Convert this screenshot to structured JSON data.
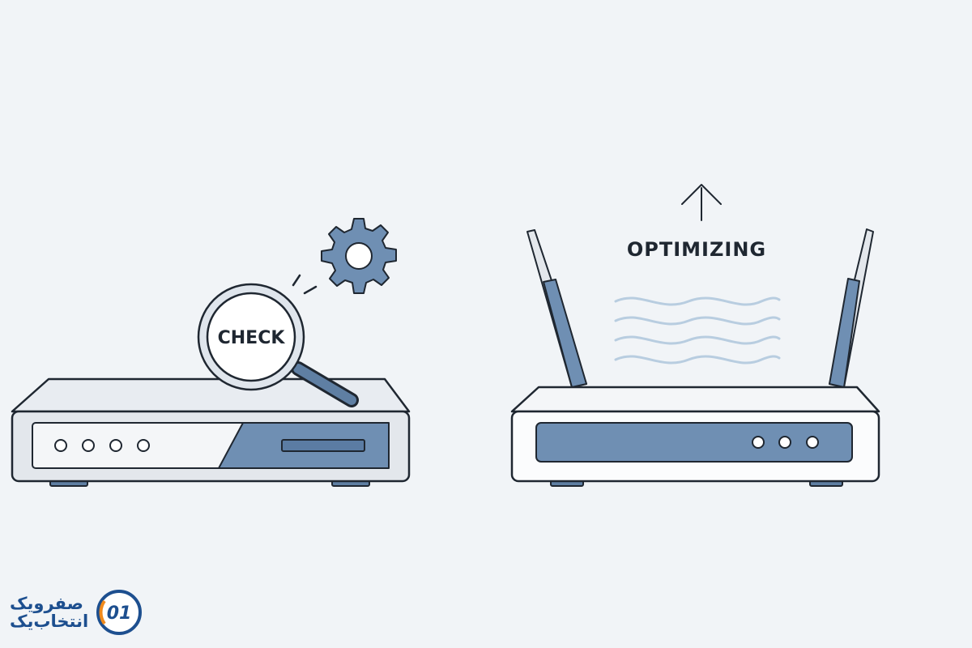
{
  "left_router": {
    "magnifier_label": "CHECK",
    "gear_icon": "gear-icon",
    "magnifier_icon": "magnifier-icon"
  },
  "right_router": {
    "status_label": "OPTIMIZING",
    "arrow_icon": "arrow-up-icon",
    "signal_icon": "signal-waves-icon"
  },
  "brand": {
    "line1": "صفرویک",
    "line2": "انتخاب‌یک",
    "logo_letters": "01"
  },
  "colors": {
    "background": "#f1f4f7",
    "accent": "#6f8fb3",
    "outline": "#1f2731",
    "body": "#e8ecf1",
    "brand_blue": "#1d4f8f",
    "brand_orange": "#f08a1c"
  }
}
